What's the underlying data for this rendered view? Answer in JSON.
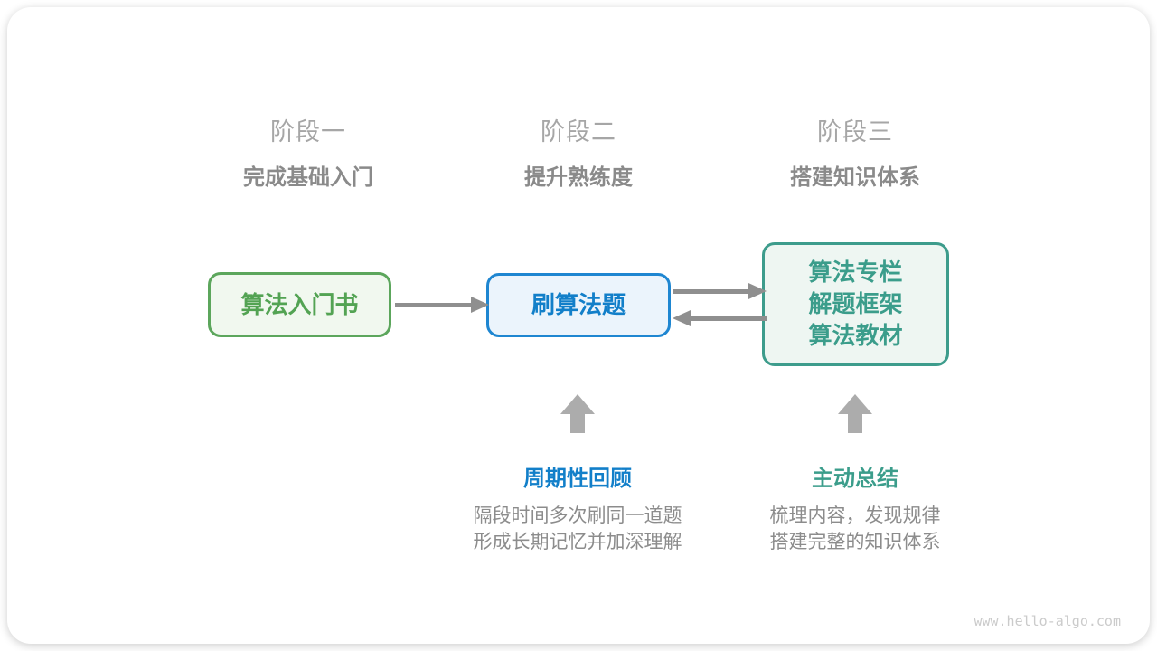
{
  "page": {
    "watermark": "www.hello-algo.com"
  },
  "stages": [
    {
      "title": "阶段一",
      "subtitle": "完成基础入门"
    },
    {
      "title": "阶段二",
      "subtitle": "提升熟练度"
    },
    {
      "title": "阶段三",
      "subtitle": "搭建知识体系"
    }
  ],
  "nodes": [
    {
      "label": "算法入门书",
      "theme": "green"
    },
    {
      "label": "刷算法题",
      "theme": "blue"
    },
    {
      "lines": [
        "算法专栏",
        "解题框架",
        "算法教材"
      ],
      "theme": "teal"
    }
  ],
  "annotations": [
    {
      "label": "周期性回顾",
      "desc_lines": [
        "隔段时间多次刷同一道题",
        "形成长期记忆并加深理解"
      ],
      "theme": "blue"
    },
    {
      "label": "主动总结",
      "desc_lines": [
        "梳理内容，发现规律",
        "搭建完整的知识体系"
      ],
      "theme": "teal"
    }
  ],
  "colors": {
    "green_accent": "#5ca65c",
    "green_fill": "#f1f8ef",
    "blue_accent": "#1e86d1",
    "blue_text": "#127fc9",
    "blue_fill": "#ebf4fc",
    "teal_accent": "#3d9c8c",
    "teal_text": "#3b9d8b",
    "teal_fill": "#eef6f2",
    "connector_gray": "#8f8f8f",
    "up_arrow_gray": "#acacac",
    "stage_title_gray": "#a6a6a6",
    "stage_subtitle_gray": "#8a8a8a",
    "description_gray": "#8c8c8c",
    "watermark_gray": "#cbcbcb",
    "card_background": "#ffffff"
  }
}
